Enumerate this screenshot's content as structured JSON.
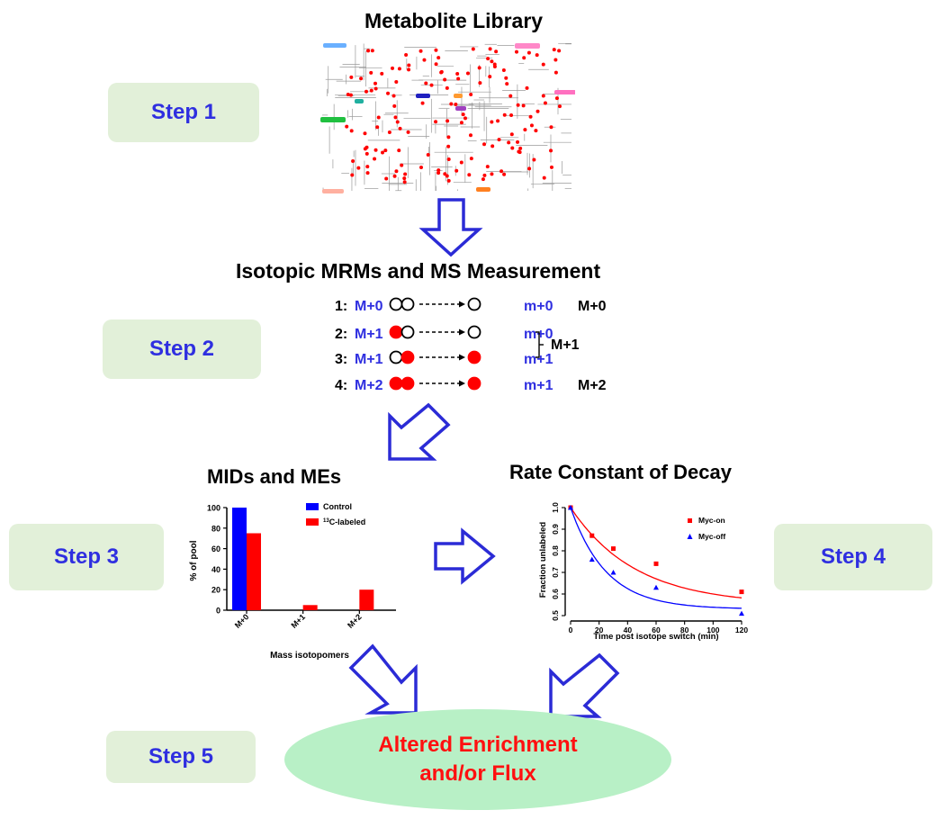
{
  "steps": [
    "Step 1",
    "Step 2",
    "Step 3",
    "Step 4",
    "Step 5"
  ],
  "titles": {
    "library": "Metabolite Library",
    "mrm": "Isotopic MRMs and MS Measurement",
    "mids": "MIDs and MEs",
    "decay": "Rate Constant of Decay"
  },
  "mrm_rows": [
    {
      "index": "1:",
      "precursor": "M+0",
      "fragment": "m+0",
      "isotopomer": "M+0",
      "filled": [
        false,
        false
      ],
      "product_filled": false
    },
    {
      "index": "2:",
      "precursor": "M+1",
      "fragment": "m+0",
      "isotopomer": "",
      "filled": [
        true,
        false
      ],
      "product_filled": false
    },
    {
      "index": "3:",
      "precursor": "M+1",
      "fragment": "m+1",
      "isotopomer": "",
      "filled": [
        false,
        true
      ],
      "product_filled": true
    },
    {
      "index": "4:",
      "precursor": "M+2",
      "fragment": "m+1",
      "isotopomer": "M+2",
      "filled": [
        true,
        true
      ],
      "product_filled": true
    }
  ],
  "mrm_bracket_label": "M+1",
  "outcome": {
    "line1": "Altered Enrichment",
    "line2": "and/or Flux"
  },
  "colors": {
    "step_bg": "#e2f0d9",
    "step_text": "#2f2fe0",
    "arrow": "#2b2bd6",
    "label_red": "#ff1010",
    "ellipse": "#b8f0c6"
  },
  "chart_data": [
    {
      "type": "bar",
      "categories": [
        "M+0",
        "M+1",
        "M+2"
      ],
      "series": [
        {
          "name": "Control",
          "values": [
            100,
            0,
            0
          ],
          "color": "#0000ff"
        },
        {
          "name": "13C-labeled",
          "values": [
            75,
            5,
            20
          ],
          "color": "#ff0000"
        }
      ],
      "xlabel": "Mass isotopomers",
      "ylabel": "% of pool",
      "ylim": [
        0,
        100
      ],
      "yticks": [
        0,
        20,
        40,
        60,
        80,
        100
      ],
      "legend": "top-right"
    },
    {
      "type": "scatter",
      "series": [
        {
          "name": "Myc-on",
          "marker": "square",
          "color": "#ff0000",
          "x": [
            0,
            15,
            30,
            60,
            120
          ],
          "y": [
            1.0,
            0.87,
            0.81,
            0.74,
            0.61
          ]
        },
        {
          "name": "Myc-off",
          "marker": "triangle",
          "color": "#0000ff",
          "x": [
            0,
            15,
            30,
            60,
            120
          ],
          "y": [
            1.0,
            0.76,
            0.7,
            0.63,
            0.51
          ]
        }
      ],
      "fit_curves": [
        {
          "series": "Myc-on",
          "plateau": 0.55,
          "k": 0.022
        },
        {
          "series": "Myc-off",
          "plateau": 0.53,
          "k": 0.04
        }
      ],
      "xlabel": "Time post isotope switch (min)",
      "ylabel": "Fraction unlabeled",
      "xlim": [
        0,
        120
      ],
      "ylim": [
        0.5,
        1.0
      ],
      "xticks": [
        0,
        20,
        40,
        60,
        80,
        100,
        120
      ],
      "yticks": [
        0.5,
        0.6,
        0.7,
        0.8,
        0.9,
        1.0
      ],
      "legend": "top-right"
    }
  ]
}
